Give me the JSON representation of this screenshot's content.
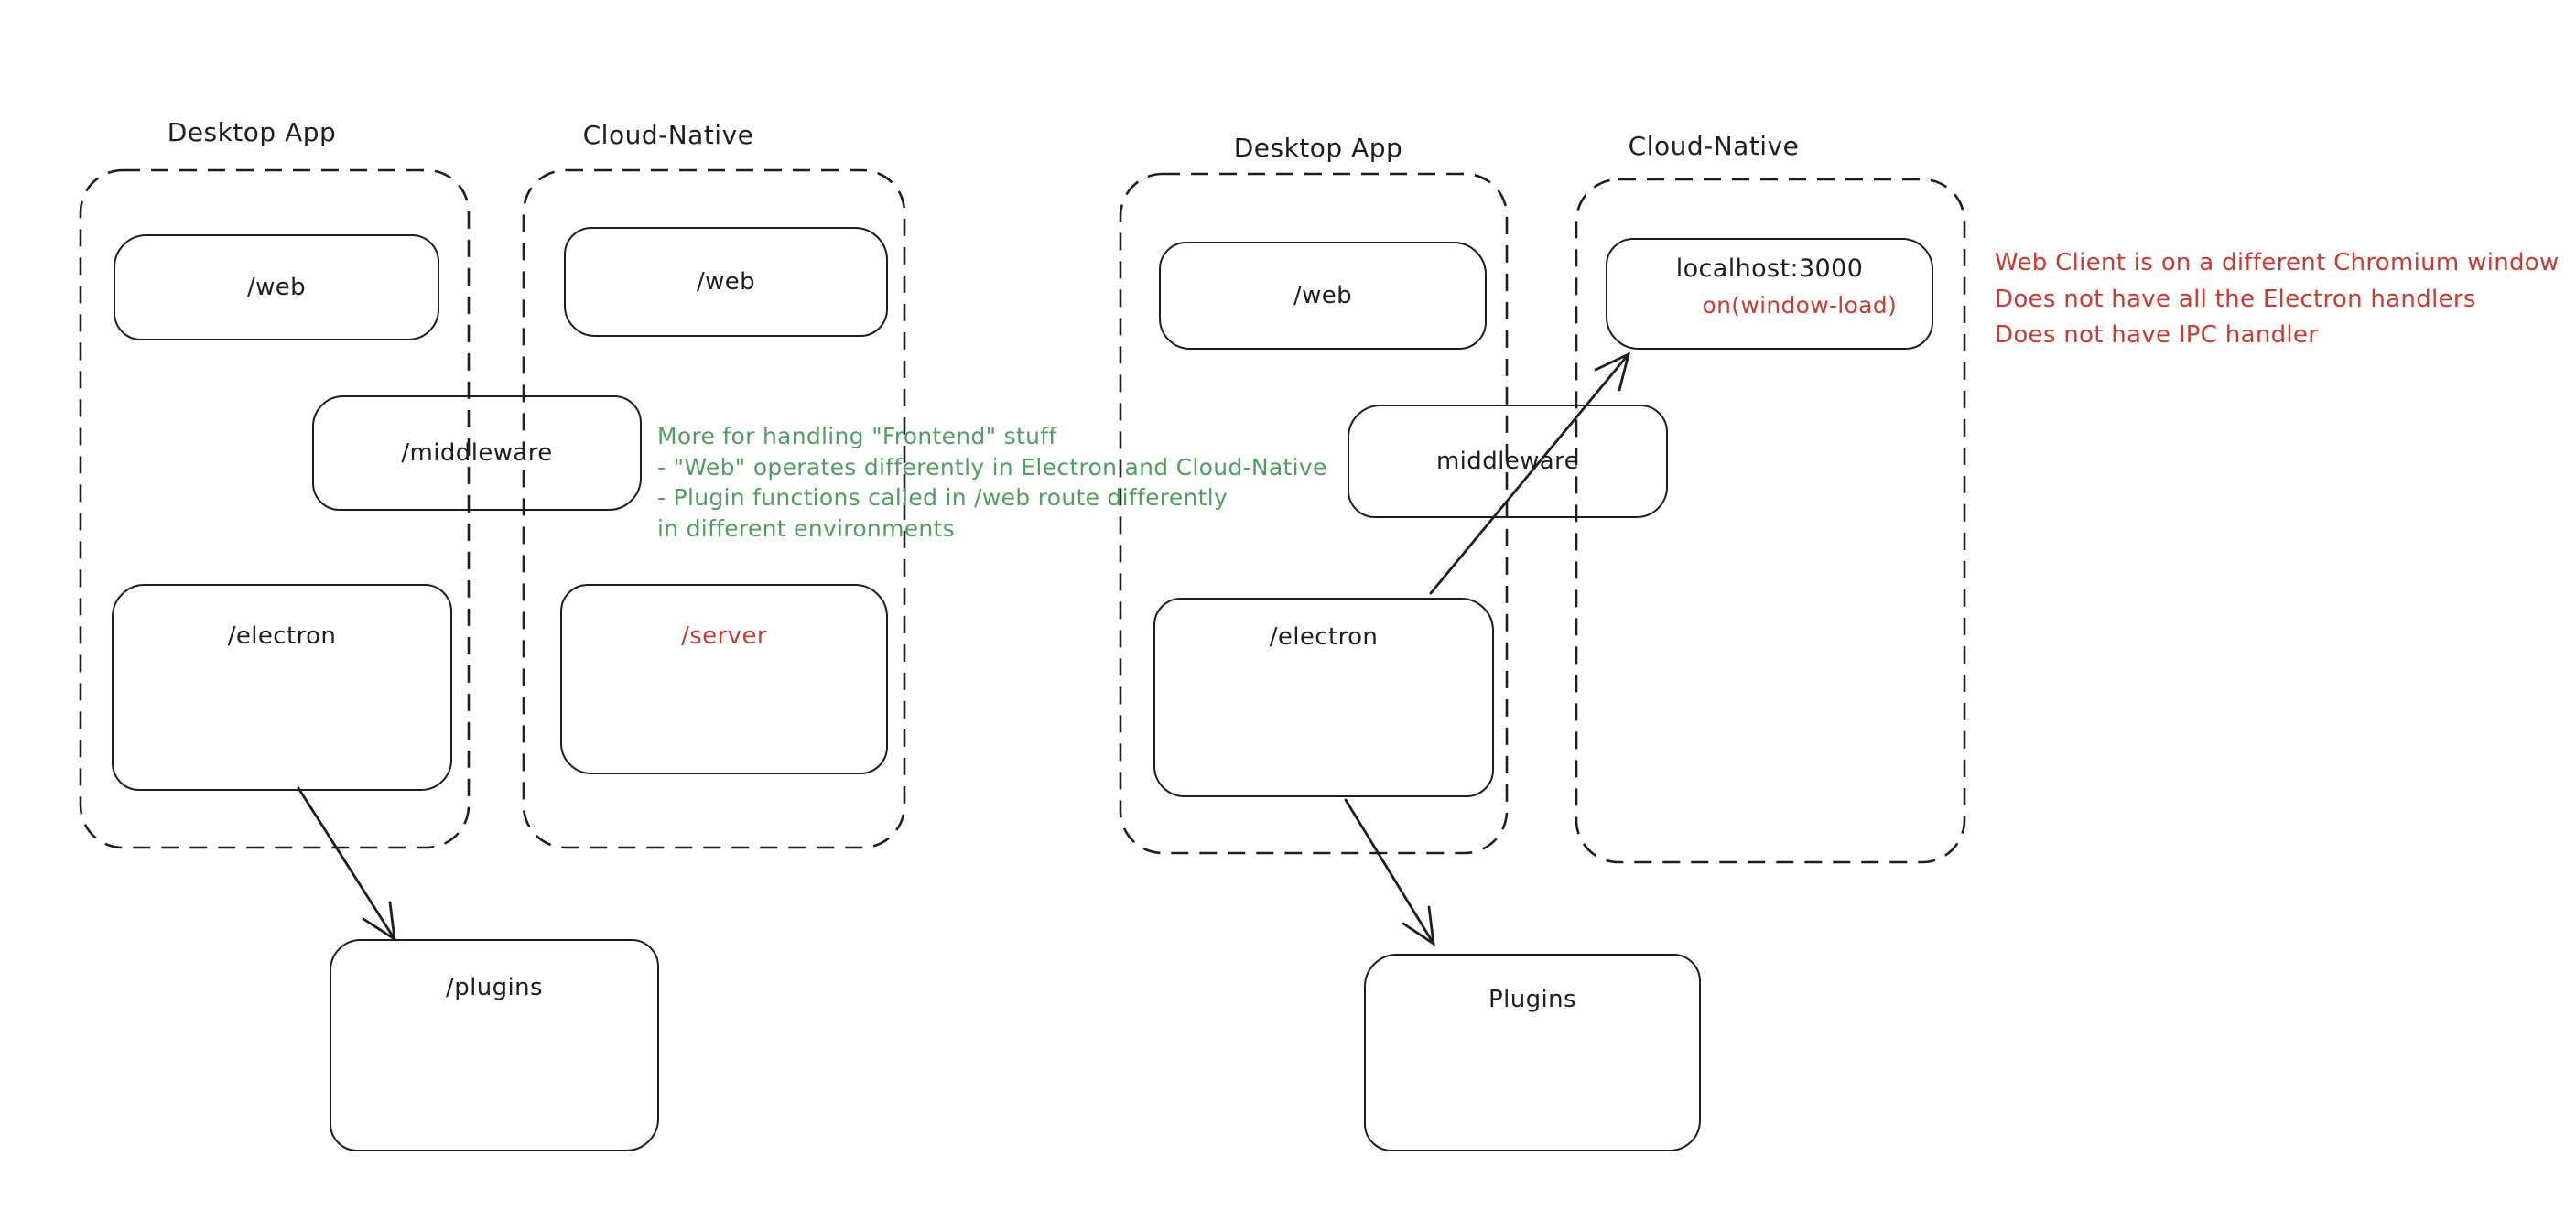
{
  "colors": {
    "stroke": "#1e1e1e",
    "green": "#4f9e5f",
    "red": "#c93a31",
    "background": "#ffffff"
  },
  "left": {
    "desktop_label": "Desktop App",
    "cloud_label": "Cloud-Native",
    "web_desktop": "/web",
    "web_cloud": "/web",
    "middleware": "/middleware",
    "electron": "/electron",
    "server": "/server",
    "plugins": "/plugins",
    "green_note": [
      "More for handling \"Frontend\" stuff",
      "- \"Web\" operates differently in Electron and Cloud-Native",
      "- Plugin functions called in /web route differently",
      "in different environments"
    ]
  },
  "right": {
    "desktop_label": "Desktop App",
    "cloud_label": "Cloud-Native",
    "web_desktop": "/web",
    "localhost_title": "localhost:3000",
    "localhost_event": "on(window-load)",
    "middleware": "middleware",
    "electron": "/electron",
    "plugins": "Plugins",
    "red_note": [
      "Web Client is on a different Chromium window",
      "Does not have all the Electron handlers",
      "Does not have IPC handler"
    ]
  }
}
